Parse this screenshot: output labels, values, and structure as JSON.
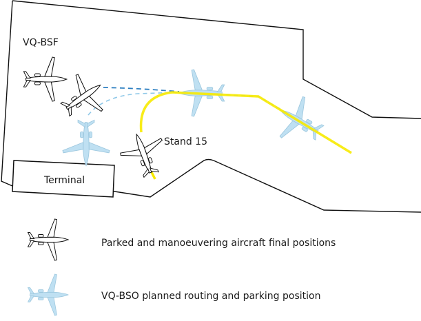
{
  "diagram": {
    "labels": {
      "aircraft_registration": "VQ-BSF",
      "stand": "Stand 15",
      "terminal": "Terminal"
    },
    "legend": [
      {
        "symbol": "black-outline-aircraft-icon",
        "text": "Parked and manoeuvering aircraft final positions"
      },
      {
        "symbol": "light-blue-aircraft-icon",
        "text": "VQ-BSO planned routing and parking position"
      }
    ],
    "colors": {
      "outline": "#111111",
      "planned_aircraft_fill": "#bfe0f2",
      "planned_aircraft_stroke": "#9cc7de",
      "actual_route": "#f7ea00",
      "planned_route_dark": "#2d7fc1",
      "planned_route_light": "#8fc8e8"
    }
  }
}
